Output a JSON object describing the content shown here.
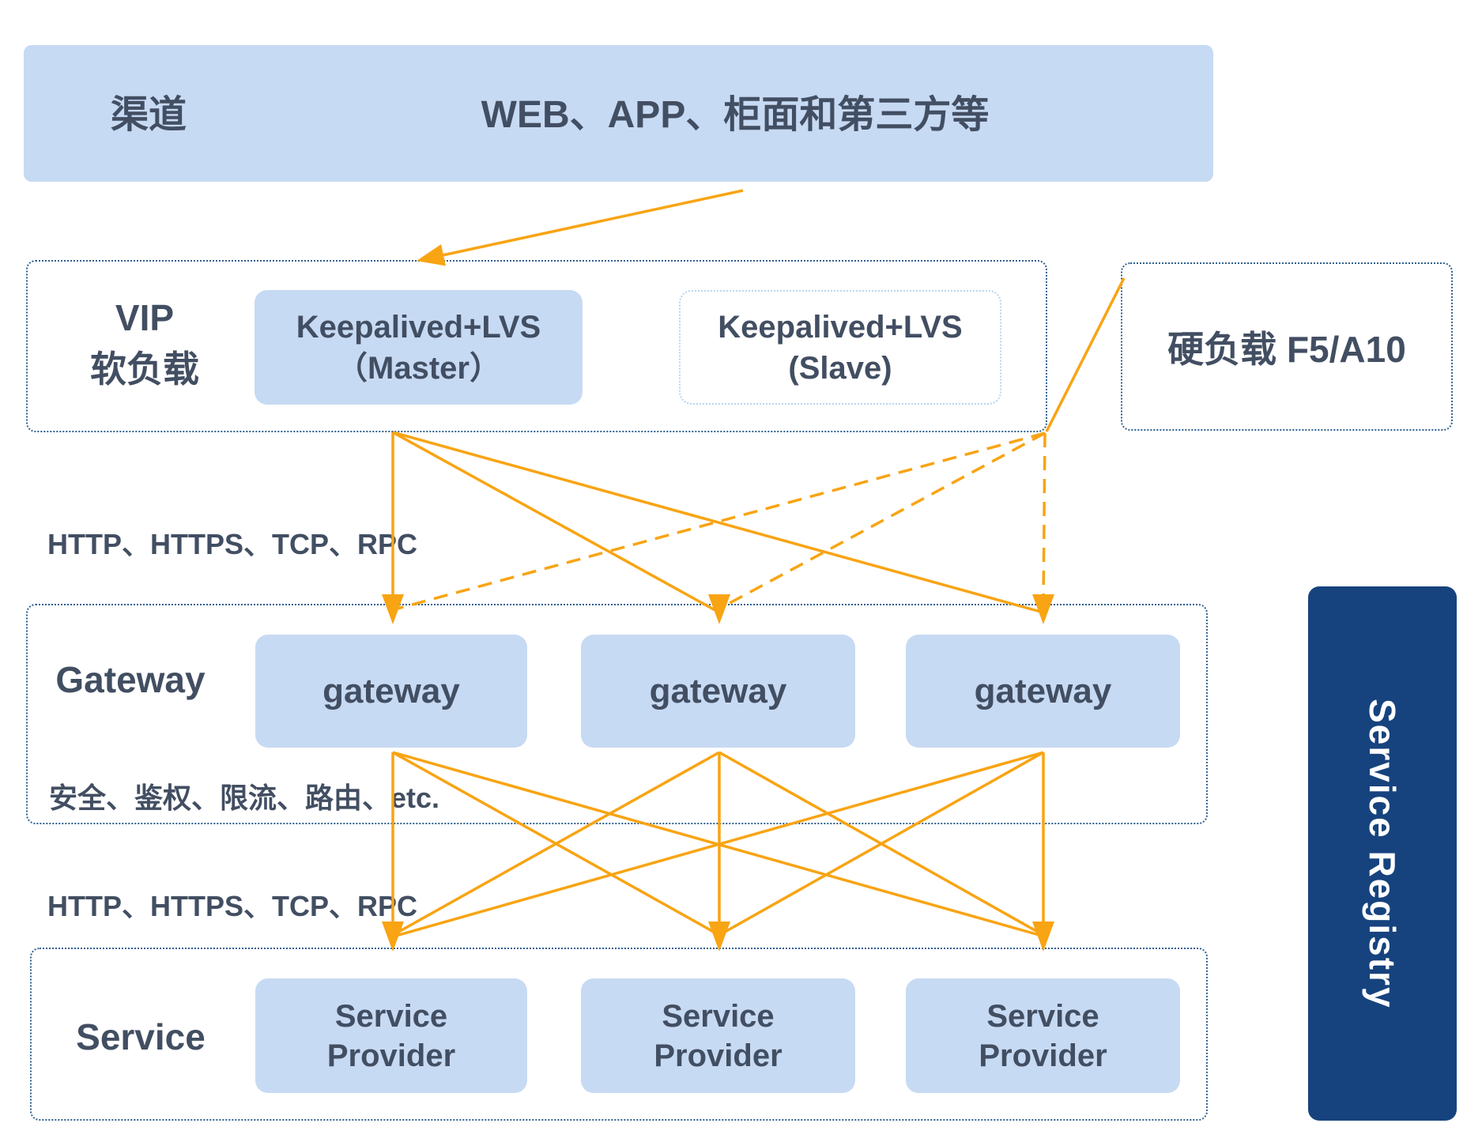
{
  "banner": {
    "label": "渠道",
    "description": "WEB、APP、柜面和第三方等"
  },
  "vip_layer": {
    "title": "VIP\n软负载",
    "master": {
      "line1": "Keepalived+LVS",
      "line2": "（Master）"
    },
    "slave": {
      "line1": "Keepalived+LVS",
      "line2": "(Slave)"
    }
  },
  "hard_load": {
    "label": "硬负载  F5/A10"
  },
  "protocols": {
    "vip_to_gateway": "HTTP、HTTPS、TCP、RPC",
    "gateway_to_service": "HTTP、HTTPS、TCP、RPC"
  },
  "gateway_layer": {
    "title": "Gateway",
    "nodes": [
      "gateway",
      "gateway",
      "gateway"
    ],
    "features": "安全、鉴权、限流、路由、etc."
  },
  "service_layer": {
    "title": "Service",
    "nodes": [
      {
        "line1": "Service",
        "line2": "Provider"
      },
      {
        "line1": "Service",
        "line2": "Provider"
      },
      {
        "line1": "Service",
        "line2": "Provider"
      }
    ]
  },
  "registry": {
    "label": "Service Registry"
  },
  "colors": {
    "node_fill": "#c7daf3",
    "dotted_border_dark": "#2e6090",
    "dotted_border_light": "#b9d4f0",
    "arrow_orange": "#f8a413",
    "registry_navy": "#16437e",
    "text_dark": "#424e62"
  }
}
